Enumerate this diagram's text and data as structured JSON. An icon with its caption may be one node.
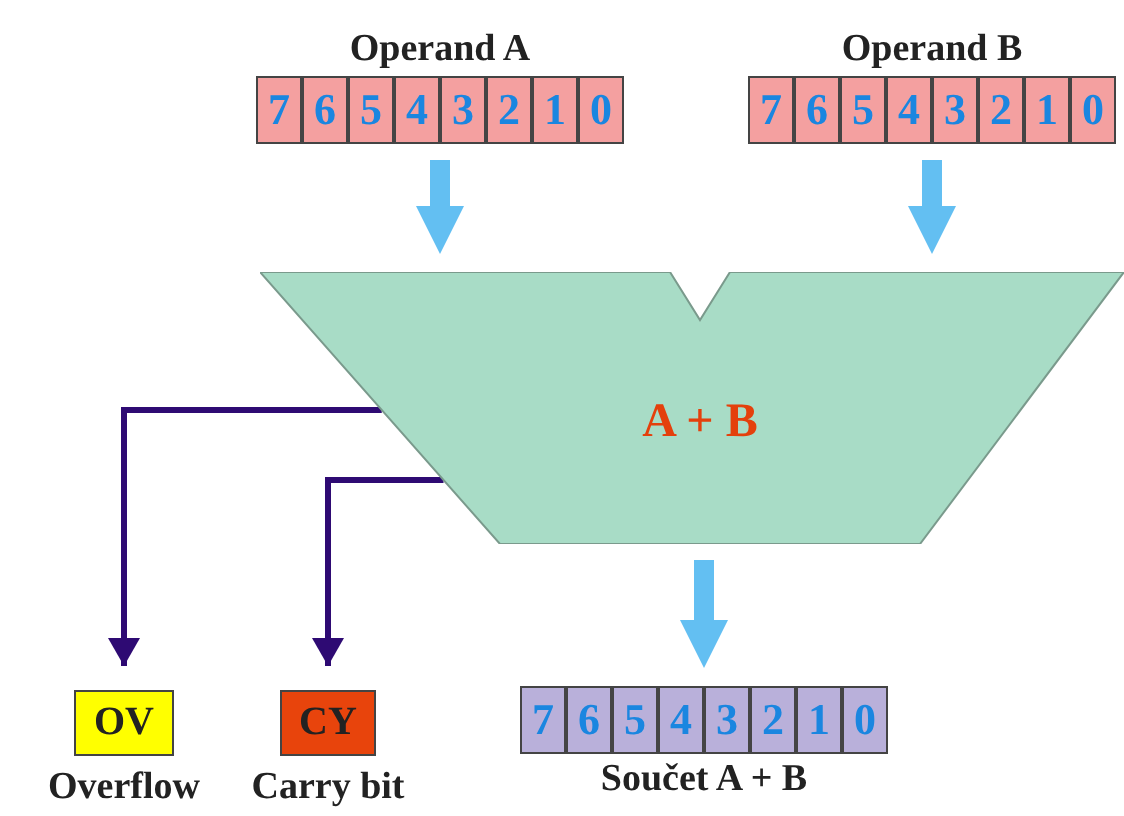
{
  "diagram": {
    "nodes": [
      {
        "text": [
          "Operand A"
        ]
      },
      {
        "text": [
          "7"
        ],
        "in": 0
      },
      {
        "text": [
          "6"
        ],
        "in": 0
      },
      {
        "text": [
          "5"
        ],
        "in": 0
      },
      {
        "text": [
          "4"
        ],
        "in": 0
      },
      {
        "text": [
          "3"
        ],
        "in": 0
      },
      {
        "text": [
          "2"
        ],
        "in": 0
      },
      {
        "text": [
          "1"
        ],
        "in": 0
      },
      {
        "text": [
          "0"
        ],
        "in": 0
      },
      {
        "text": [
          "Operand B"
        ]
      },
      {
        "text": [
          "7"
        ],
        "in": 9
      },
      {
        "text": [
          "6"
        ],
        "in": 9
      },
      {
        "text": [
          "5"
        ],
        "in": 9
      },
      {
        "text": [
          "4"
        ],
        "in": 9
      },
      {
        "text": [
          "3"
        ],
        "in": 9
      },
      {
        "text": [
          "2"
        ],
        "in": 9
      },
      {
        "text": [
          "1"
        ],
        "in": 9
      },
      {
        "text": [
          "0"
        ],
        "in": 9
      },
      {
        "text": [
          "A + B"
        ]
      },
      {
        "text": [
          "OV"
        ],
        "beside": [
          "Overflow"
        ]
      },
      {
        "text": [
          "CY"
        ],
        "beside": [
          "Carry bit"
        ]
      },
      {
        "text": [
          "Součet A + B"
        ]
      },
      {
        "text": [
          "7"
        ],
        "in": 21
      },
      {
        "text": [
          "6"
        ],
        "in": 21
      },
      {
        "text": [
          "5"
        ],
        "in": 21
      },
      {
        "text": [
          "4"
        ],
        "in": 21
      },
      {
        "text": [
          "3"
        ],
        "in": 21
      },
      {
        "text": [
          "2"
        ],
        "in": 21
      },
      {
        "text": [
          "1"
        ],
        "in": 21
      },
      {
        "text": [
          "0"
        ],
        "in": 21
      }
    ],
    "edges": [
      {
        "from": 0,
        "to": 18,
        "arrow": "to",
        "style": "thick"
      },
      {
        "from": 9,
        "to": 18,
        "arrow": "to",
        "style": "thick"
      },
      {
        "from": 18,
        "to": 19,
        "arrow": "to",
        "color": "#2e0a73"
      },
      {
        "from": 18,
        "to": 20,
        "arrow": "to",
        "color": "#2e0a73"
      },
      {
        "from": 18,
        "to": 21,
        "arrow": "to",
        "style": "thick"
      }
    ]
  }
}
